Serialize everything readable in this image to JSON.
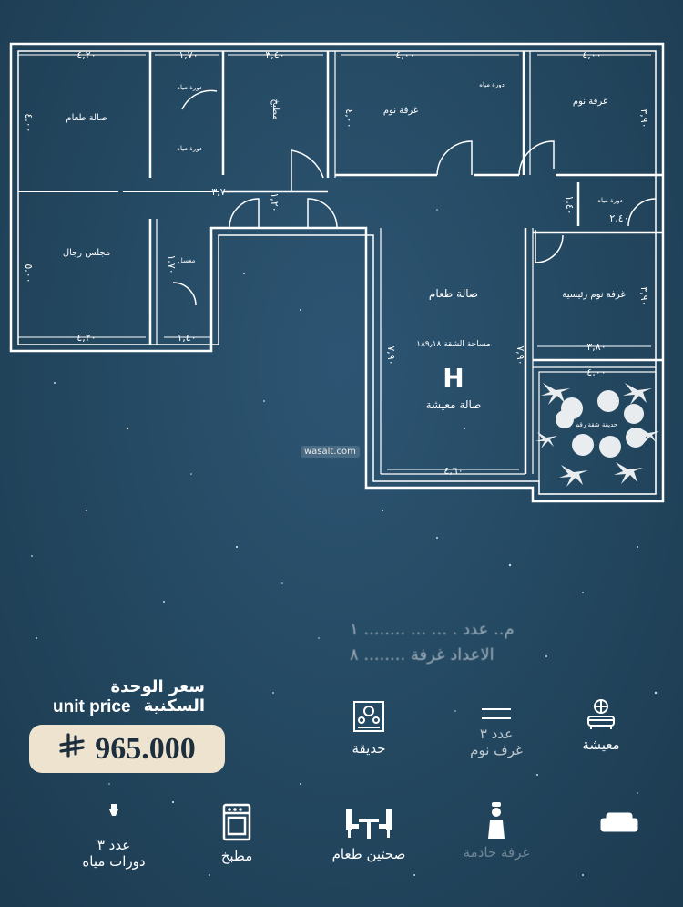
{
  "floor_plan": {
    "dimensions": {
      "top_left_width": "٤,٢٠",
      "top_mid_width": "١,٧٠",
      "kitchen_width": "٣,٤٠",
      "bedroom1_width": "٤,٠٠",
      "bedroom2_width": "٤,٠٠",
      "left_height": "٤,٠٠",
      "bedroom1_height": "٤,٠٠",
      "bedroom2_height": "٣,٩٠",
      "kitchen_bottom": "٣,٧٠",
      "corridor": "١,٢٠",
      "bath_width": "٢,٤٠",
      "bath_height": "١,٤٠",
      "majlis_height": "٥,٠٠",
      "majlis_width": "٤,٢٠",
      "wc_width": "١,٤٠",
      "wc_height": "١,٧٠",
      "master_height": "٣,٩٠",
      "master_width": "٣,٨٠",
      "living_left_height": "٧,٩٠",
      "living_right_height": "٧,٩٠",
      "living_width": "٤,٦٠",
      "garden_width": "٤,٠٠"
    },
    "rooms": {
      "dining_left": "صالة طعام",
      "kitchen": "مطبخ",
      "bedroom1": "غرفة نوم",
      "bedroom2": "غرفة نوم",
      "wc1": "دورة مياه",
      "wc2": "دورة مياه",
      "wc3": "دورة مياه",
      "wc4": "دورة مياه",
      "majlis": "مجلس رجال",
      "mashab": "مغسل",
      "dining_center": "صالة طعام",
      "master": "غرفة نوم رئيسية",
      "living": "صالة معيشة",
      "area": "مساحة الشقة ١٨٩٫١٨",
      "unit_letter": "H",
      "garden": "حديقة شقة رقم"
    },
    "watermark": "wasalt.com"
  },
  "blurred_lines": {
    "line1": "م.. عدد . ... ... ........ ١",
    "line2": "الاعداد غرفة ........ ٨"
  },
  "price": {
    "title_ar": "سعر الوحدة السكنية",
    "title_en": "unit price",
    "value": "965.000",
    "currency_symbol": "⃁"
  },
  "features_row1": [
    {
      "icon": "sofa-window-icon",
      "label": "معيشة"
    },
    {
      "icon": "bed-icon",
      "label": "عدد ٣",
      "sub": "غرف نوم"
    },
    {
      "icon": "garden-icon",
      "label": "حديقة"
    }
  ],
  "features_row2": [
    {
      "icon": "sofa-icon",
      "label": ""
    },
    {
      "icon": "maid-icon",
      "label": "غرفة خادمة"
    },
    {
      "icon": "dining-table-icon",
      "label": "صحتين طعام"
    },
    {
      "icon": "stove-icon",
      "label": "مطبخ"
    },
    {
      "icon": "toilet-icon",
      "label": "عدد ٣",
      "sub": "دورات مياه"
    }
  ]
}
